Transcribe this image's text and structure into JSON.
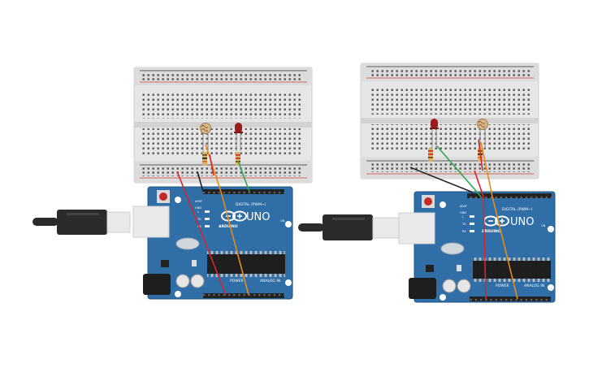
{
  "boards": [
    {
      "uno_label": "UNO",
      "brand_label": "ARDUINO",
      "digital_label": "DIGITAL (PWM~)",
      "power_label": "POWER",
      "analog_label": "ANALOG IN",
      "aref_label": "AREF",
      "gnd_label": "GND",
      "tx_label": "TX",
      "rx_label": "RX",
      "l_label": "L",
      "on_label": "ON"
    },
    {
      "uno_label": "UNO",
      "brand_label": "ARDUINO",
      "digital_label": "DIGITAL (PWM~)",
      "power_label": "POWER",
      "analog_label": "ANALOG IN",
      "aref_label": "AREF",
      "gnd_label": "GND",
      "tx_label": "TX",
      "rx_label": "RX",
      "l_label": "L",
      "on_label": "ON"
    }
  ],
  "colors": {
    "board_blue": "#2f6ea6",
    "board_edge": "#1f5583",
    "breadboard": "#e8e8e8",
    "rail_red": "#d43b3b",
    "rail_dark": "#333333",
    "wire_red": "#d7262b",
    "wire_orange": "#e98a17",
    "wire_green": "#2aa84a",
    "wire_black": "#222222",
    "led_red": "#9b1c1c",
    "usb_black": "#2b2b2b"
  }
}
